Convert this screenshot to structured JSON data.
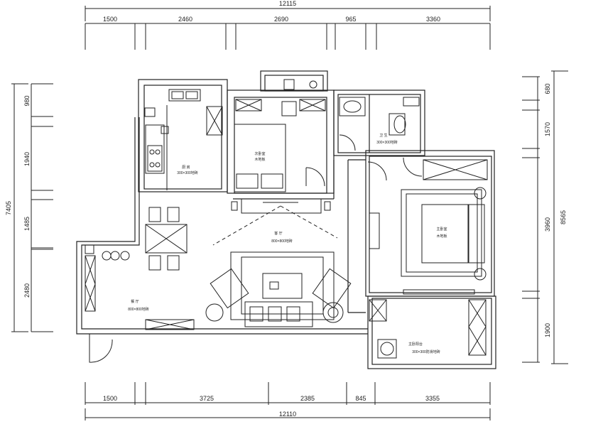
{
  "top_dims": {
    "total": "12115",
    "segments": [
      "1500",
      "2460",
      "2690",
      "965",
      "3360"
    ]
  },
  "bottom_dims": {
    "total": "12110",
    "segments": [
      "1500",
      "3725",
      "2385",
      "845",
      "3355"
    ]
  },
  "left_dims": {
    "total": "7405",
    "segments": [
      "980",
      "1940",
      "1485",
      "2480"
    ]
  },
  "right_dims": {
    "total": "8565",
    "segments": [
      "680",
      "1570",
      "3960",
      "1900"
    ]
  },
  "rooms": {
    "kitchen": {
      "name": "厨 房",
      "area": "300×300地砖"
    },
    "secondary_bedroom": {
      "name": "次卧室",
      "area": "木地板"
    },
    "bathroom": {
      "name": "卫 生",
      "area": "300×300地砖"
    },
    "living_room": {
      "name": "客 厅",
      "area": "800×800地砖"
    },
    "master_bedroom": {
      "name": "主卧室",
      "area": "木地板"
    },
    "dining_room": {
      "name": "餐 厅",
      "area": "800×800地砖"
    },
    "master_balcony": {
      "name": "主卧阳台",
      "area": "300×300防滑地砖"
    }
  },
  "colors": {
    "line": "#222222",
    "background": "#ffffff"
  }
}
